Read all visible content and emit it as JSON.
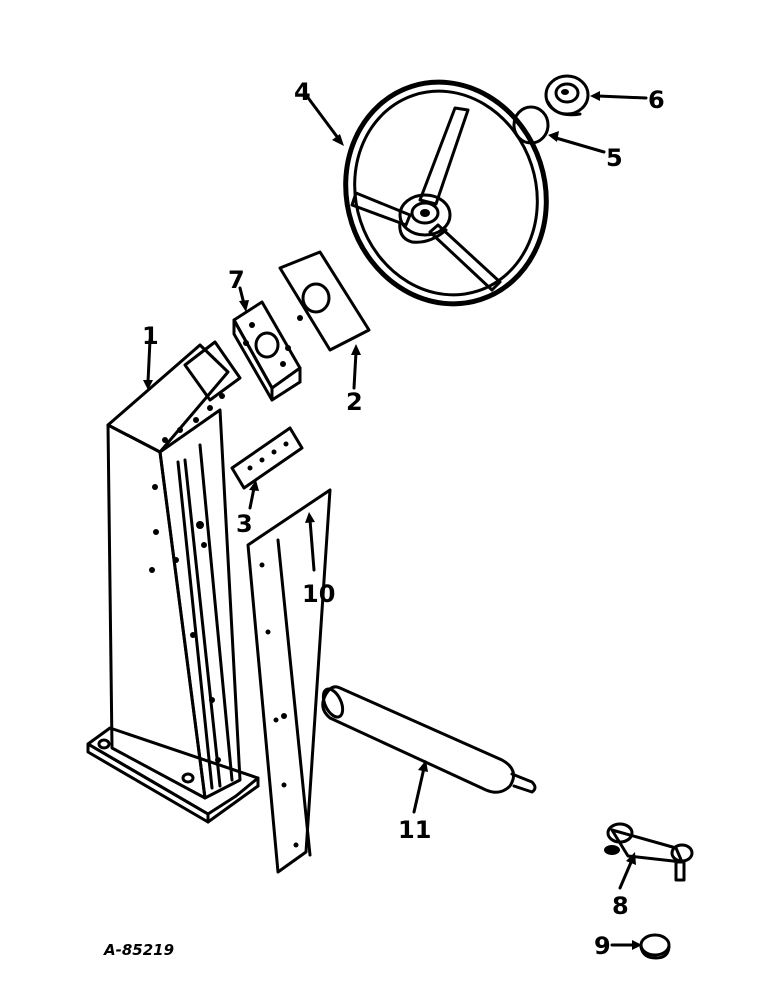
{
  "drawing_id": "A-85219",
  "callouts": [
    {
      "key": "c1",
      "label": "1"
    },
    {
      "key": "c2",
      "label": "2"
    },
    {
      "key": "c3",
      "label": "3"
    },
    {
      "key": "c4",
      "label": "4"
    },
    {
      "key": "c5",
      "label": "5"
    },
    {
      "key": "c6",
      "label": "6"
    },
    {
      "key": "c7",
      "label": "7"
    },
    {
      "key": "c8",
      "label": "8"
    },
    {
      "key": "c9",
      "label": "9"
    },
    {
      "key": "c10",
      "label": "10"
    },
    {
      "key": "c11",
      "label": "11"
    }
  ],
  "line_color": "#000000",
  "background_color": "#ffffff"
}
